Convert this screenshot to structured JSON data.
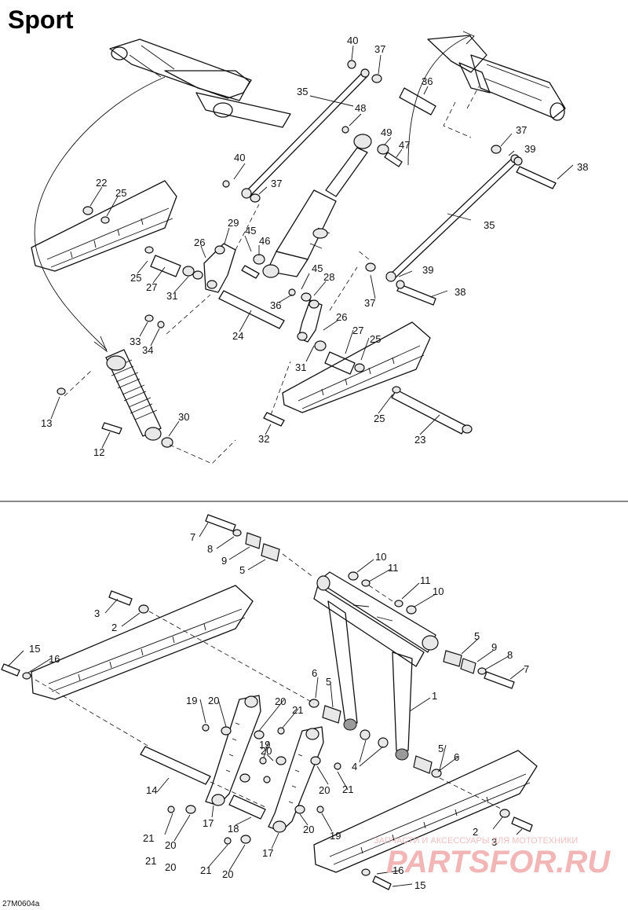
{
  "title": "Sport",
  "diagram_code": "27M0604a",
  "watermark": {
    "tagline": "ЗАПЧАСТИ И АКСЕССУАРЫ ДЛЯ МОТОТЕХНИКИ",
    "logo": "PARTSFOR.RU"
  },
  "callouts": [
    "40",
    "37",
    "36",
    "35",
    "48",
    "49",
    "47",
    "37",
    "39",
    "38",
    "40",
    "37",
    "22",
    "25",
    "35",
    "26",
    "29",
    "45",
    "46",
    "25",
    "27",
    "31",
    "45",
    "28",
    "39",
    "37",
    "38",
    "36",
    "24",
    "33",
    "34",
    "26",
    "27",
    "25",
    "31",
    "13",
    "30",
    "32",
    "25",
    "23",
    "12",
    "7",
    "8",
    "9",
    "5",
    "10",
    "11",
    "11",
    "10",
    "3",
    "2",
    "5",
    "9",
    "8",
    "15",
    "16",
    "7",
    "6",
    "5",
    "1",
    "19",
    "20",
    "20",
    "21",
    "19",
    "20",
    "21",
    "5",
    "6",
    "4",
    "14",
    "20",
    "17",
    "18",
    "21",
    "20",
    "20",
    "19",
    "2",
    "3",
    "21",
    "20",
    "21",
    "20",
    "17",
    "16",
    "15"
  ]
}
